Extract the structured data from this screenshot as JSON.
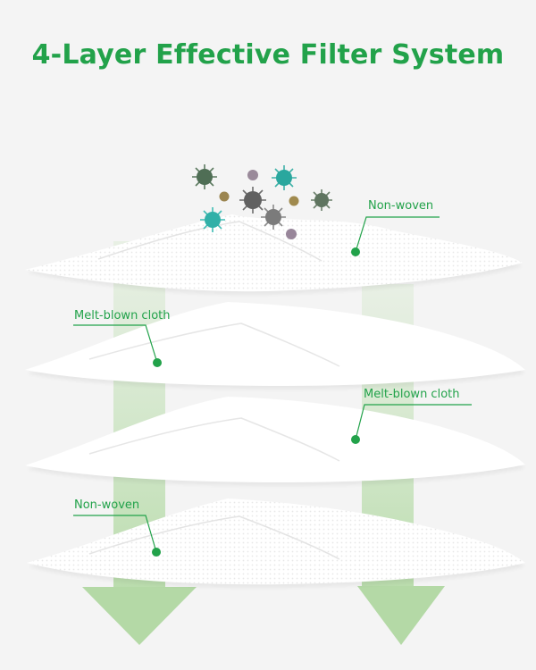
{
  "title": "4-Layer Effective Filter System",
  "colors": {
    "accent": "#22a24a",
    "arrow": "#cfe6c6",
    "background": "#f4f4f4"
  },
  "layers": [
    {
      "label": "Non-woven"
    },
    {
      "label": "Melt-blown cloth"
    },
    {
      "label": "Melt-blown cloth"
    },
    {
      "label": "Non-woven"
    }
  ]
}
